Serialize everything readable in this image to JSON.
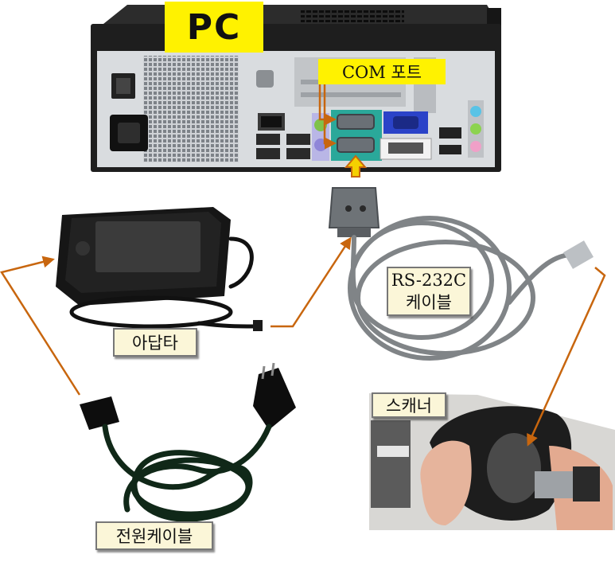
{
  "labels": {
    "pc": "PC",
    "com_port": "COM 포트",
    "adapter": "아답타",
    "rs232c_line1": "RS-232C",
    "rs232c_line2": "케이블",
    "scanner": "스캐너",
    "power_cable": "전원케이블"
  },
  "colors": {
    "label_yellow": "#fff200",
    "label_cream": "#fbf6d8",
    "connector_arrow": "#c8660e",
    "pc_body": "#1e1e1e",
    "vga_blue": "#2b43c8",
    "com_highlight": "#2aa89a"
  }
}
